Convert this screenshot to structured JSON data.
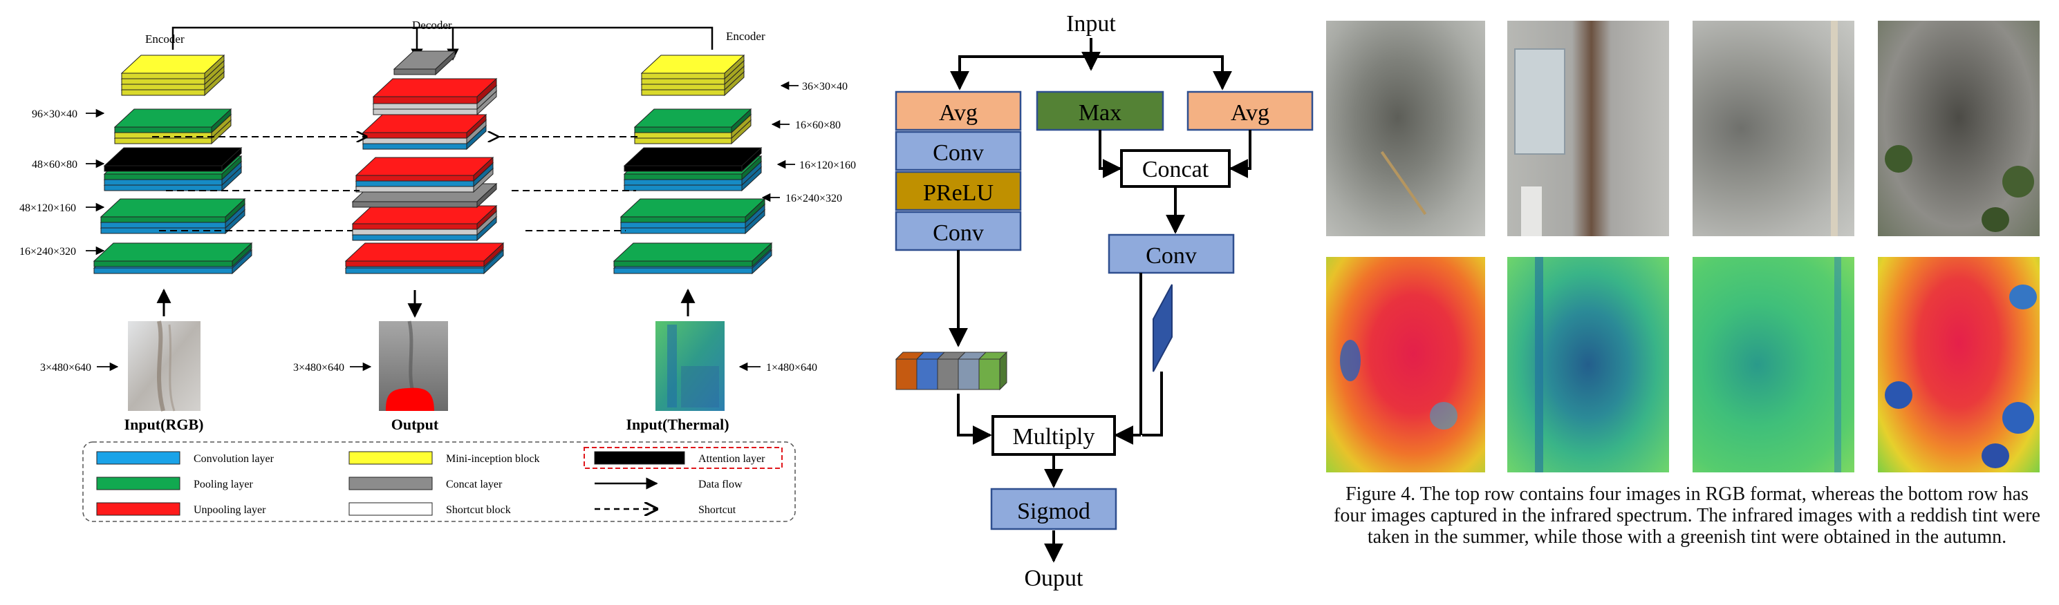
{
  "panel_a": {
    "top_labels": {
      "encoder_left": "Encoder",
      "decoder": "Decoder",
      "encoder_right": "Encoder"
    },
    "dims_left": [
      "96×30×40",
      "48×60×80",
      "48×120×160",
      "16×240×320"
    ],
    "dims_right": [
      "36×30×40",
      "16×60×80",
      "16×120×160",
      "16×240×320"
    ],
    "input_dims": [
      "3×480×640",
      "3×480×640",
      "1×480×640"
    ],
    "image_labels": [
      "Input(RGB)",
      "Output",
      "Input(Thermal)"
    ],
    "legend": [
      {
        "label": "Convolution layer",
        "color": "#1aa3e8",
        "style": "box"
      },
      {
        "label": "Mini-inception block",
        "color": "#ffff33",
        "style": "box"
      },
      {
        "label": "Attention layer",
        "color": "#000000",
        "style": "box"
      },
      {
        "label": "Pooling layer",
        "color": "#11a950",
        "style": "box"
      },
      {
        "label": "Concat layer",
        "color": "#8c8c8c",
        "style": "box"
      },
      {
        "label": "Data flow",
        "style": "solid-arrow"
      },
      {
        "label": "Unpooling layer",
        "color": "#ff1a1a",
        "style": "box"
      },
      {
        "label": "Shortcut block",
        "color": "#ffffff",
        "style": "box"
      },
      {
        "label": "Shortcut",
        "style": "dashed-arrow"
      }
    ]
  },
  "panel_b": {
    "input": "Input",
    "avg_left": "Avg",
    "conv1": "Conv",
    "prelu": "PReLU",
    "conv2": "Conv",
    "max": "Max",
    "avg_right": "Avg",
    "concat": "Concat",
    "conv3": "Conv",
    "multiply": "Multiply",
    "sigmod": "Sigmod",
    "output": "Ouput",
    "vector_colors": [
      "#c55a11",
      "#4472c4",
      "#7f7f7f",
      "#8497b0",
      "#70ad47"
    ]
  },
  "panel_c": {
    "caption": "Figure 4.   The top row contains four images in RGB format, whereas the bottom row has four images captured in the infrared spectrum. The infrared images with a reddish tint were taken in the summer, while those with a greenish tint were obtained in the autumn."
  },
  "colors": {
    "conv": "#1aa3e8",
    "pool": "#11a950",
    "unpool": "#ff1a1a",
    "inception": "#ffff33",
    "concat_gray": "#8c8c8c",
    "attention": "#000000",
    "avg_box": "#f4b183",
    "max_box": "#548235",
    "conv_box": "#8faadc",
    "prelu_box": "#bf9000"
  }
}
